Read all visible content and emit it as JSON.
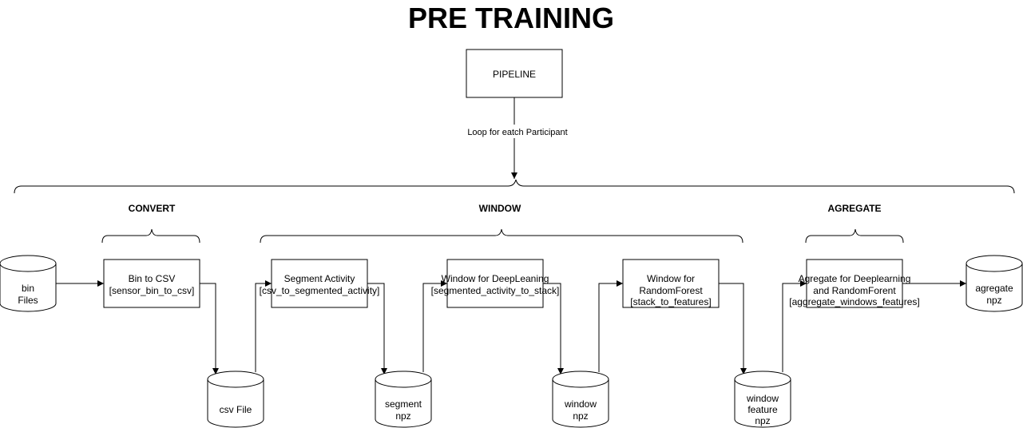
{
  "title": "PRE TRAINING",
  "pipeline": {
    "label": "PIPELINE",
    "edge_label": "Loop for eatch Participant"
  },
  "sections": {
    "convert": "CONVERT",
    "window": "WINDOW",
    "agregate": "AGREGATE"
  },
  "processes": {
    "bin_to_csv": {
      "line1": "Bin to CSV",
      "line2": "[sensor_bin_to_csv]"
    },
    "segment_activity": {
      "line1": "Segment Activity",
      "line2": "[csv_to_segmented_activity]"
    },
    "window_deep": {
      "line1": "Window for DeepLeaning",
      "line2": "[segmented_activity_to_stack]"
    },
    "window_rf": {
      "line1": "Window for",
      "line2": "RandomForest",
      "line3": "[stack_to_features]"
    },
    "agregate": {
      "line1": "Agregate for Deeplearning",
      "line2": "and RandomForent",
      "line3": "[aggregate_windows_features]"
    }
  },
  "stores": {
    "bin_files": {
      "line1": "bin",
      "line2": "Files"
    },
    "csv_file": {
      "line1": "csv File"
    },
    "segment_npz": {
      "line1": "segment",
      "line2": "npz"
    },
    "window_npz": {
      "line1": "window",
      "line2": "npz"
    },
    "window_feature_npz": {
      "line1": "window",
      "line2": "feature",
      "line3": "npz"
    },
    "agregate_npz": {
      "line1": "agregate",
      "line2": "npz"
    }
  }
}
